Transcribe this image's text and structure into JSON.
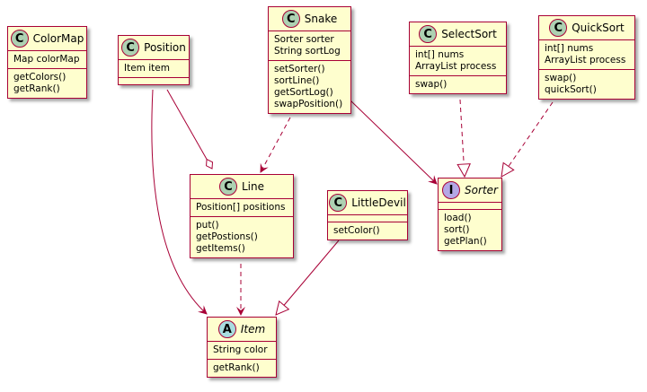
{
  "diagram": {
    "classes": [
      {
        "id": "ColorMap",
        "name": "ColorMap",
        "stereotype": "C",
        "italic": false,
        "fields": [
          "Map colorMap"
        ],
        "methods": [
          "getColors()",
          "getRank()"
        ]
      },
      {
        "id": "Position",
        "name": "Position",
        "stereotype": "C",
        "italic": false,
        "fields": [
          "Item item"
        ],
        "methods": []
      },
      {
        "id": "Snake",
        "name": "Snake",
        "stereotype": "C",
        "italic": false,
        "fields": [
          "Sorter sorter",
          "String sortLog"
        ],
        "methods": [
          "setSorter()",
          "sortLine()",
          "getSortLog()",
          "swapPosition()"
        ]
      },
      {
        "id": "SelectSort",
        "name": "SelectSort",
        "stereotype": "C",
        "italic": false,
        "fields": [
          "int[] nums",
          "ArrayList process"
        ],
        "methods": [
          "swap()"
        ]
      },
      {
        "id": "QuickSort",
        "name": "QuickSort",
        "stereotype": "C",
        "italic": false,
        "fields": [
          "int[] nums",
          "ArrayList process"
        ],
        "methods": [
          "swap()",
          "quickSort()"
        ]
      },
      {
        "id": "Line",
        "name": "Line",
        "stereotype": "C",
        "italic": false,
        "fields": [
          "Position[] positions"
        ],
        "methods": [
          "put()",
          "getPostions()",
          "getItems()"
        ]
      },
      {
        "id": "LittleDevil",
        "name": "LittleDevil",
        "stereotype": "C",
        "italic": false,
        "fields": [],
        "methods": [
          "setColor()"
        ]
      },
      {
        "id": "Sorter",
        "name": "Sorter",
        "stereotype": "I",
        "italic": true,
        "fields": [],
        "methods": [
          "load()",
          "sort()",
          "getPlan()"
        ]
      },
      {
        "id": "Item",
        "name": "Item",
        "stereotype": "A",
        "italic": true,
        "fields": [
          "String color"
        ],
        "methods": [
          "getRank()"
        ]
      }
    ],
    "relations": [
      {
        "from": "Position",
        "to": "Item",
        "kind": "association"
      },
      {
        "from": "Position",
        "to": "Line",
        "kind": "aggregation"
      },
      {
        "from": "Snake",
        "to": "Line",
        "kind": "dependency"
      },
      {
        "from": "Snake",
        "to": "Sorter",
        "kind": "association"
      },
      {
        "from": "SelectSort",
        "to": "Sorter",
        "kind": "realization"
      },
      {
        "from": "QuickSort",
        "to": "Sorter",
        "kind": "realization"
      },
      {
        "from": "Line",
        "to": "Item",
        "kind": "dependency"
      },
      {
        "from": "LittleDevil",
        "to": "Item",
        "kind": "generalization"
      }
    ],
    "colors": {
      "fill": "#fefece",
      "border": "#a80036",
      "badge_class": "#add1b2",
      "badge_abstract": "#a9dcdf",
      "badge_interface": "#b4a7e5"
    }
  }
}
